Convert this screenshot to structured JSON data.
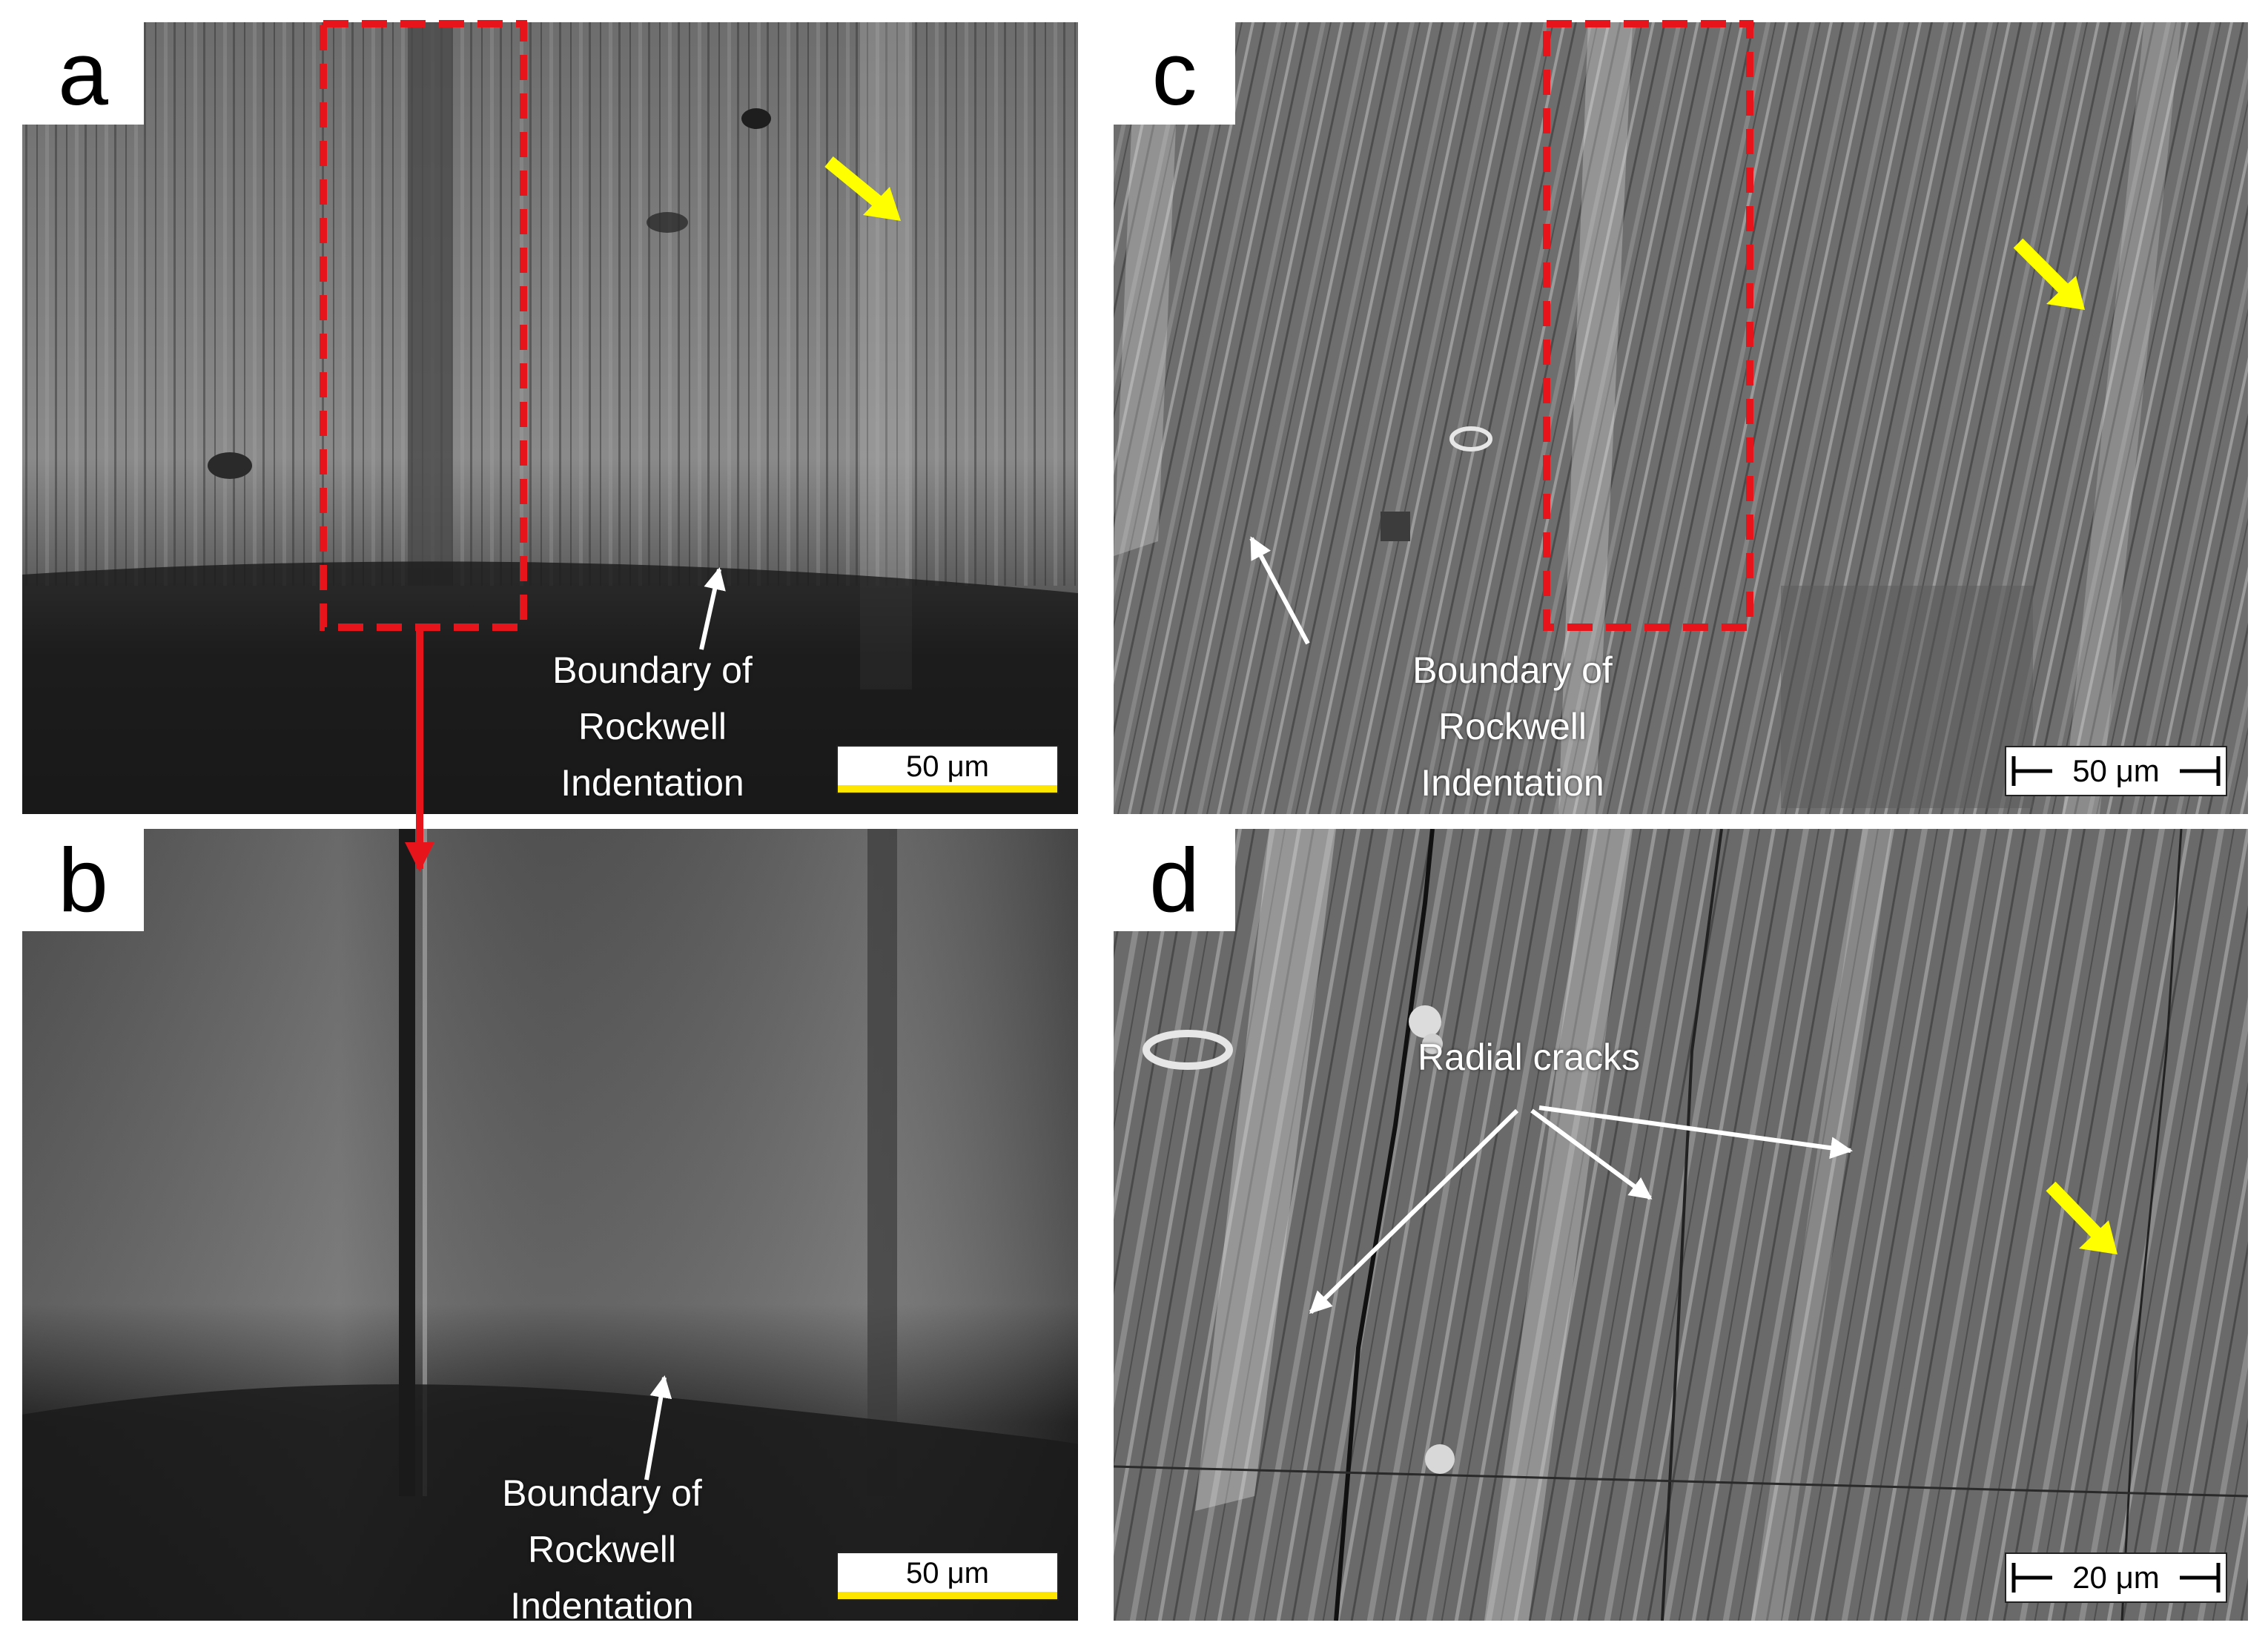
{
  "panels": {
    "a": {
      "letter": "a",
      "annotation": [
        "Boundary of",
        "Rockwell",
        "Indentation"
      ],
      "scale_bar": "50 μm"
    },
    "b": {
      "letter": "b",
      "annotation": [
        "Boundary of",
        "Rockwell",
        "Indentation"
      ],
      "scale_bar": "50 μm"
    },
    "c": {
      "letter": "c",
      "annotation": [
        "Boundary of",
        "Rockwell",
        "Indentation"
      ],
      "scale_bar": "50 μm"
    },
    "d": {
      "letter": "d",
      "annotation": [
        "Radial cracks"
      ],
      "scale_bar": "20 μm"
    }
  },
  "colors": {
    "highlight_box": "#e8141b",
    "direction_arrow": "#ffff00",
    "annotation": "#ffffff",
    "scale_underline": "#ffe600"
  },
  "icons": [
    "yellow-arrow-icon",
    "white-arrow-icon",
    "red-arrow-icon"
  ]
}
